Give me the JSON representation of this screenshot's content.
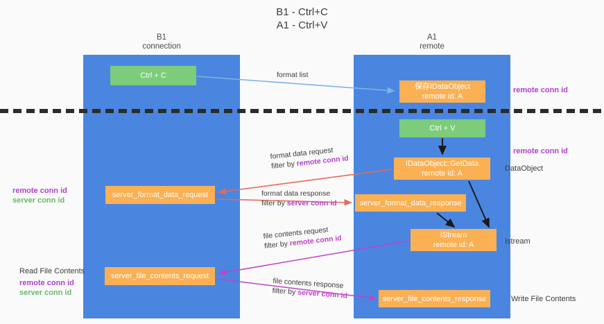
{
  "title": "B1 - Ctrl+C\nA1 - Ctrl+V",
  "lanes": [
    {
      "name": "b1",
      "header": "B1\nconnection",
      "color": "#4a86e0"
    },
    {
      "name": "a1",
      "header": "A1\nremote",
      "color": "#4a86e0"
    }
  ],
  "nodes": {
    "ctrl_c": {
      "line1": "Ctrl + C",
      "line2": "",
      "color": "#7ccc7c"
    },
    "idataobject_save": {
      "line1": "保存IDataObject",
      "line2": "remote id: A",
      "color": "#fbb054"
    },
    "ctrl_v": {
      "line1": "Ctrl + V",
      "line2": "",
      "color": "#7ccc7c"
    },
    "getdata": {
      "line1": "IDataObject::GetData",
      "line2": "remote id: A",
      "color": "#fbb054"
    },
    "server_format_data_request": {
      "line1": "server_format_data_request",
      "line2": "",
      "color": "#fbb054"
    },
    "server_format_data_response": {
      "line1": "server_format_data_response",
      "line2": "",
      "color": "#fbb054"
    },
    "istream": {
      "line1": "IStream",
      "line2": "remote id: A",
      "color": "#fbb054"
    },
    "server_file_contents_request": {
      "line1": "server_file_contents_request",
      "line2": "",
      "color": "#fbb054"
    },
    "server_file_contents_response": {
      "line1": "server_file_contents_response",
      "line2": "",
      "color": "#fbb054"
    }
  },
  "edge_labels": {
    "format_list": {
      "line1": "format list",
      "line2": "",
      "line2_hl": ""
    },
    "format_data_request": {
      "line1": "format data request",
      "line2_prefix": "filter by ",
      "line2_hl": "remote conn id"
    },
    "format_data_response": {
      "line1": "format data response",
      "line2_prefix": "filter by ",
      "line2_hl": "server conn id"
    },
    "file_contents_request": {
      "line1": "file contents request",
      "line2_prefix": "filter by ",
      "line2_hl": "remote conn id"
    },
    "file_contents_response": {
      "line1": "file contents response",
      "line2_prefix": "filter by ",
      "line2_hl": "server conn id"
    }
  },
  "side_notes": {
    "remote_conn_top": "remote conn id",
    "remote_conn_mid": "remote conn id",
    "dataobject": "DataObject",
    "istream": "Istream",
    "write_file_contents": "Write File Contents",
    "read_file_contents": "Read File Contents",
    "left_remote_conn": "remote conn id",
    "left_server_conn": "server conn id",
    "bottom_remote_conn": "remote conn id",
    "bottom_server_conn": "server conn id"
  },
  "colors": {
    "lane_blue": "#4a86e0",
    "node_green": "#7ccc7c",
    "node_orange": "#fbb054",
    "accent_purple": "#b23fd0",
    "accent_green": "#67bb6a",
    "arrow_blue": "#7fb2e5",
    "arrow_red": "#e8685a",
    "arrow_magenta": "#c042c8",
    "arrow_black": "#1a1a1a",
    "background": "#fafafa",
    "divider": "#2b2b2b"
  }
}
